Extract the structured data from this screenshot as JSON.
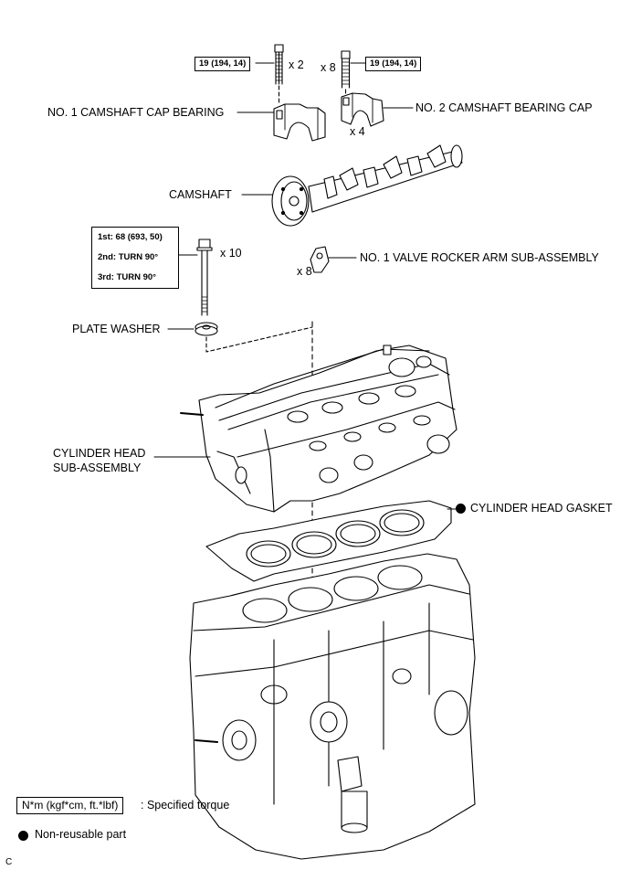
{
  "labels": {
    "torque_bolt_left": "19 (194, 14)",
    "torque_bolt_right": "19 (194, 14)",
    "qty_left_bolts": "x 2",
    "qty_right_bolts": "x 8",
    "cap1": "NO. 1 CAMSHAFT CAP BEARING",
    "cap2": "NO. 2 CAMSHAFT BEARING CAP",
    "qty_cap2": "x 4",
    "camshaft": "CAMSHAFT",
    "head_bolt_steps": [
      "1st: 68 (693, 50)",
      "2nd: TURN 90°",
      "3rd: TURN 90°"
    ],
    "qty_head_bolts": "x 10",
    "rocker_arm": "NO. 1 VALVE ROCKER ARM SUB-ASSEMBLY",
    "qty_rocker": "x 8",
    "plate_washer": "PLATE WASHER",
    "cylinder_head_line1": "CYLINDER HEAD",
    "cylinder_head_line2": "SUB-ASSEMBLY",
    "head_gasket": "CYLINDER HEAD GASKET"
  },
  "legend": {
    "unit_box": "N*m (kgf*cm, ft.*lbf)",
    "unit_desc": ": Specified torque",
    "nonreusable": "Non-reusable part"
  },
  "corner_code": "C"
}
